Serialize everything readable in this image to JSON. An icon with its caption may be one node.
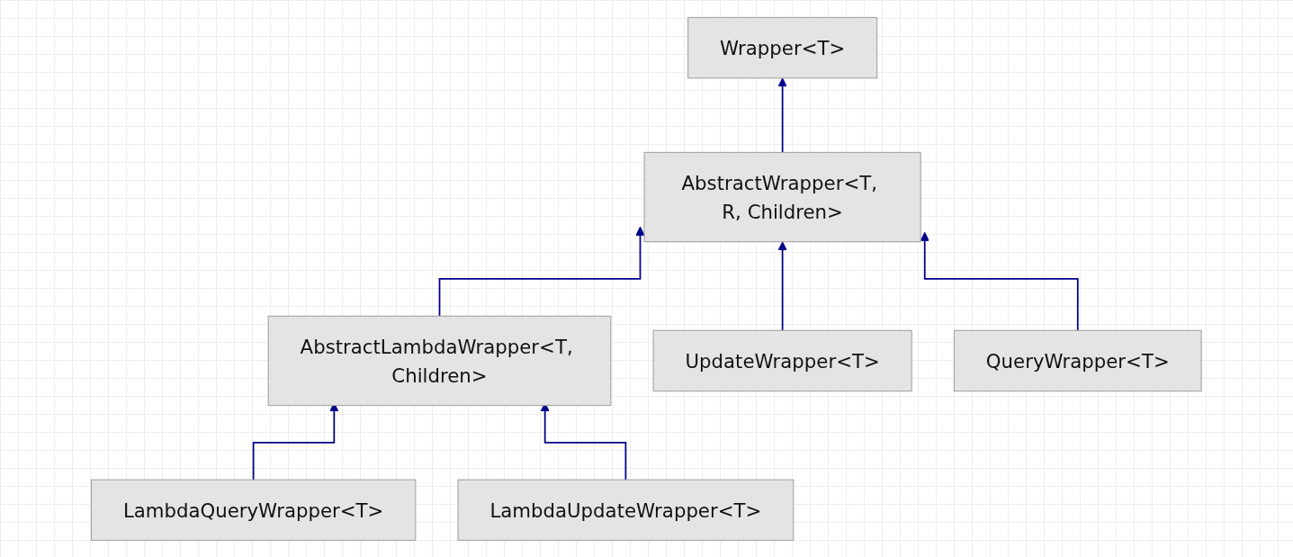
{
  "diagram": {
    "nodes": [
      {
        "text": [
          "Wrapper<T>"
        ]
      },
      {
        "text": [
          "AbstractWrapper<T, R, Children>"
        ]
      },
      {
        "text": [
          "AbstractLambdaWrapper<T, Children>"
        ]
      },
      {
        "text": [
          "UpdateWrapper<T>"
        ]
      },
      {
        "text": [
          "QueryWrapper<T>"
        ]
      },
      {
        "text": [
          "LambdaQueryWrapper<T>"
        ]
      },
      {
        "text": [
          "LambdaUpdateWrapper<T>"
        ]
      }
    ],
    "edges": [
      {
        "from": 1,
        "to": 0,
        "arrow": "to"
      },
      {
        "from": 2,
        "to": 1,
        "arrow": "to"
      },
      {
        "from": 3,
        "to": 1,
        "arrow": "to"
      },
      {
        "from": 4,
        "to": 1,
        "arrow": "to"
      },
      {
        "from": 5,
        "to": 2,
        "arrow": "to"
      },
      {
        "from": 6,
        "to": 2,
        "arrow": "to"
      }
    ]
  }
}
